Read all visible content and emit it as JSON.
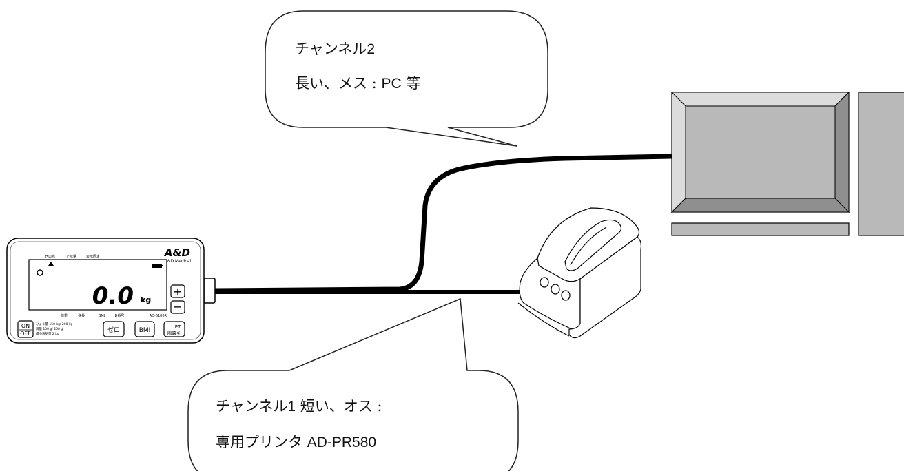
{
  "callout_top": {
    "line1": "チャンネル2",
    "line1_main": "チャンネル",
    "line1_num": "2",
    "line2_jp": "長い、メス : ",
    "line2_latin": "PC",
    "line2_tail": " 等"
  },
  "callout_bottom": {
    "line1_main": "チャンネル",
    "line1_num": "1",
    "line1_tail": " 短い、オス :",
    "line2_main": "専用プリンタ ",
    "line2_model": "AD-PR580"
  },
  "scale": {
    "brand_logo": "A&D",
    "brand_sub": "A&D Medical",
    "top_labels": [
      "ゼロ点",
      "正味量",
      "表示固定"
    ],
    "reading": "0.0",
    "unit": "kg",
    "bottom_labels": [
      "体重",
      "身長",
      "BMI",
      "ID番号",
      "AD-6106R"
    ],
    "spec_lines": [
      "ひょう量 150 kg/ 200 kg",
      "目量 100 g/ 200 g",
      "最小表記量 2 kg"
    ],
    "buttons": {
      "on": "ON",
      "off": "OFF",
      "zero": "ゼロ",
      "bmi": "BMI",
      "pt": "PT",
      "pt_sub": "風袋引",
      "plus": "+",
      "minus": "−"
    }
  },
  "colors": {
    "cable": "#000000",
    "monitor_gray": "#b9b9b9",
    "callout_border": "#222222"
  },
  "icons": [
    "scale-indicator",
    "thermal-printer",
    "pc-monitor",
    "pc-tower",
    "keyboard"
  ]
}
